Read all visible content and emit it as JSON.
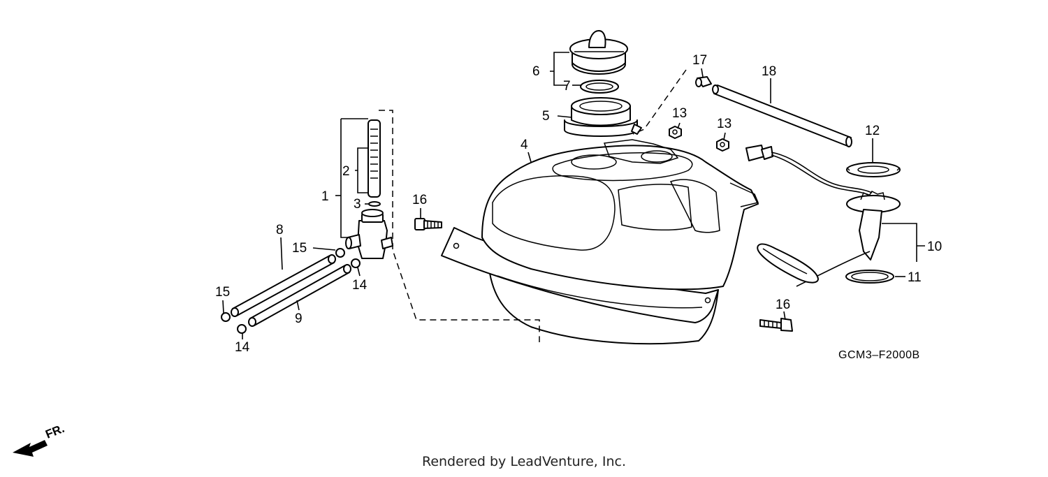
{
  "diagram": {
    "drawing_code": "GCM3–F2000B",
    "credit": "Rendered by LeadVenture, Inc.",
    "front_marker": "FR.",
    "callouts": {
      "c1": "1",
      "c2": "2",
      "c3": "3",
      "c4": "4",
      "c5": "5",
      "c6": "6",
      "c7": "7",
      "c8": "8",
      "c9": "9",
      "c10": "10",
      "c11": "11",
      "c12": "12",
      "c13a": "13",
      "c13b": "13",
      "c14a": "14",
      "c14b": "14",
      "c15a": "15",
      "c15b": "15",
      "c16a": "16",
      "c16b": "16",
      "c17": "17",
      "c18": "18"
    }
  }
}
